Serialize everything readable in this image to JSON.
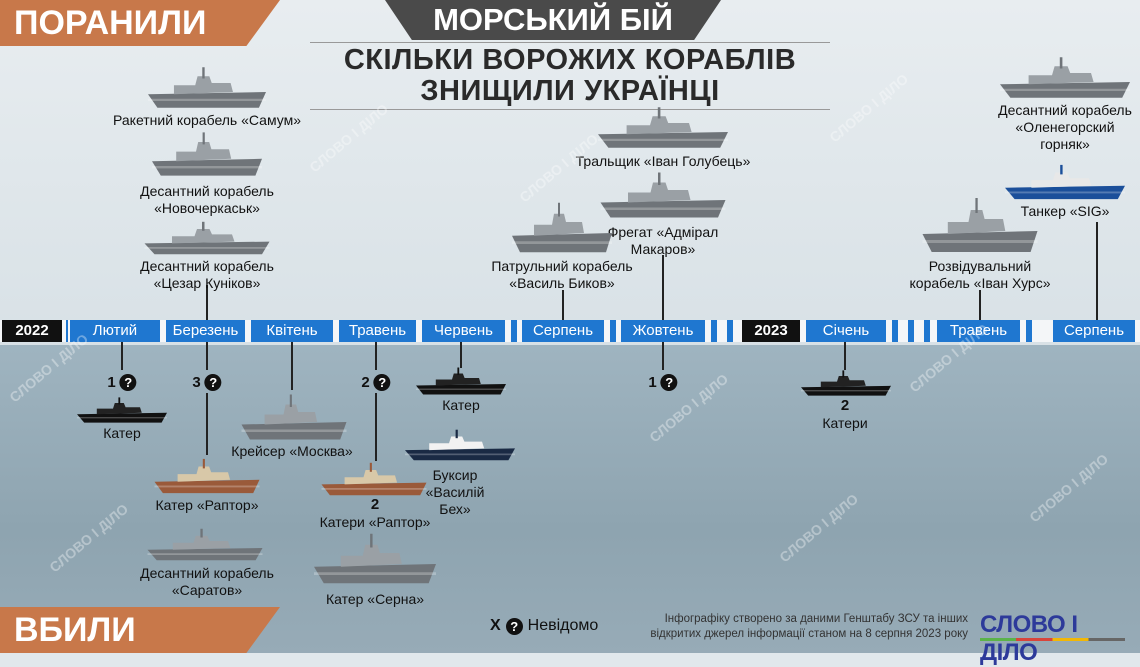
{
  "header": {
    "wounded_label": "ПОРАНИЛИ",
    "killed_label": "ВБИЛИ",
    "title": "МОРСЬКИЙ БІЙ",
    "subtitle_line1": "СКІЛЬКИ ВОРОЖИХ КОРАБЛІВ",
    "subtitle_line2": "ЗНИЩИЛИ УКРАЇНЦІ"
  },
  "timeline": {
    "segments": [
      "2022",
      "",
      "Лютий",
      "Березень",
      "Квітень",
      "Травень",
      "Червень",
      "",
      "Серпень",
      "",
      "Жовтень",
      "",
      "",
      "2023",
      "Січень",
      "",
      "",
      "",
      "Травень",
      "",
      "Серпень"
    ]
  },
  "damaged": [
    {
      "label": "Ракетний корабель «Самум»"
    },
    {
      "label": "Десантний корабель\n«Новочеркаськ»"
    },
    {
      "label": "Десантний корабель\n«Цезар Куніков»"
    },
    {
      "label": "Тральщик «Іван Голубець»"
    },
    {
      "label": "Фрегат «Адмірал\nМакаров»"
    },
    {
      "label": "Патрульний корабель\n«Василь Биков»"
    },
    {
      "label": "Десантний корабель\n«Оленегорский\nгорняк»"
    },
    {
      "label": "Танкер «SIG»"
    },
    {
      "label": "Розвідувальний\nкорабель «Іван Хурс»"
    }
  ],
  "destroyed": [
    {
      "count": "1",
      "label": "Катер"
    },
    {
      "count": "3",
      "label": "Катер «Раптор»"
    },
    {
      "label": "Десантний корабель\n«Саратов»"
    },
    {
      "label": "Крейсер «Москва»"
    },
    {
      "count": "2",
      "label": "Катери «Раптор»",
      "sub_count": "2"
    },
    {
      "label": "Катер «Серна»"
    },
    {
      "label": "Катер"
    },
    {
      "label": "Буксир\n«Василій\nБех»"
    },
    {
      "count": "1"
    },
    {
      "count": "2",
      "label": "Катери"
    }
  ],
  "legend": {
    "prefix": "X",
    "icon": "question-icon",
    "icon_glyph": "?",
    "label": "Невідомо"
  },
  "credits": {
    "line1": "Інфографіку створено за даними Генштабу ЗСУ та інших",
    "line2": "відкритих джерел інформації станом на 8 серпня 2023 року"
  },
  "logo": {
    "text": "СЛОВО І ДІЛО"
  },
  "watermark": "СЛОВО І ДІЛО",
  "colors": {
    "accent": "#1f77d0",
    "banner": "#c8784a",
    "logo": "#2d3a9a"
  }
}
